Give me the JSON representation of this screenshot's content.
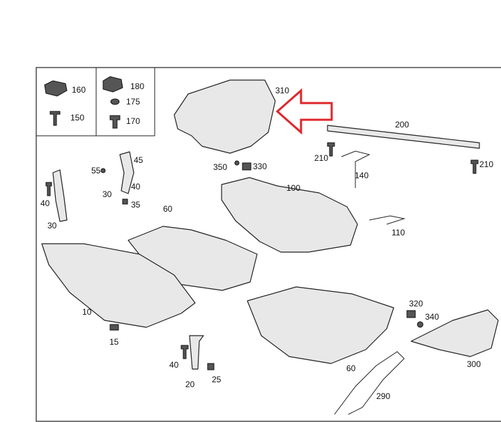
{
  "diagram": {
    "type": "exploded parts diagram",
    "highlight_color": "#e0262b",
    "highlighted_part": "310",
    "inset_labels": [
      "160",
      "150",
      "180",
      "175",
      "170"
    ],
    "labels": [
      "310",
      "200",
      "210",
      "210",
      "140",
      "350",
      "330",
      "55",
      "45",
      "30",
      "40",
      "35",
      "40",
      "30",
      "60",
      "100",
      "110",
      "10",
      "15",
      "320",
      "340",
      "300",
      "40",
      "20",
      "25",
      "60",
      "290"
    ]
  }
}
